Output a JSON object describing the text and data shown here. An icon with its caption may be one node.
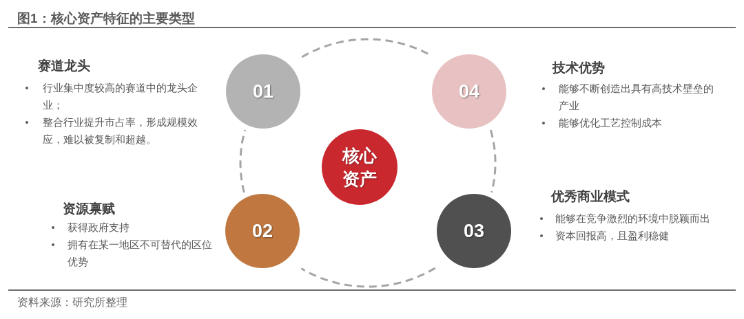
{
  "diagram": {
    "title": "图1：核心资产特征的主要类型",
    "caption": "资料来源：研究所整理",
    "nodes": [
      {
        "text": [
          "01"
        ],
        "beside": [
          "赛道龙头",
          "行业集中度较高的赛道中的龙头企业；",
          "整合行业提升市占率，形成规模效应，难以被复制和超越。"
        ]
      },
      {
        "text": [
          "04"
        ],
        "beside": [
          "技术优势",
          "能够不断创造出具有高技术壁垒的产业",
          "能够优化工艺控制成本"
        ]
      },
      {
        "text": [
          "核心资产"
        ]
      },
      {
        "text": [
          "02"
        ],
        "beside": [
          "资源禀赋",
          "获得政府支持",
          "拥有在某一地区不可替代的区位优势"
        ]
      },
      {
        "text": [
          "03"
        ],
        "beside": [
          "优秀商业模式",
          "能够在竞争激烈的环境中脱颖而出",
          "资本回报高，且盈利稳健"
        ]
      }
    ],
    "edges": [
      {
        "from": 0,
        "to": 1,
        "arrow": "none",
        "style": "dashed"
      },
      {
        "from": 1,
        "to": 4,
        "arrow": "none",
        "style": "dashed"
      },
      {
        "from": 4,
        "to": 3,
        "arrow": "none",
        "style": "dashed"
      },
      {
        "from": 3,
        "to": 0,
        "arrow": "none",
        "style": "dashed"
      }
    ]
  }
}
